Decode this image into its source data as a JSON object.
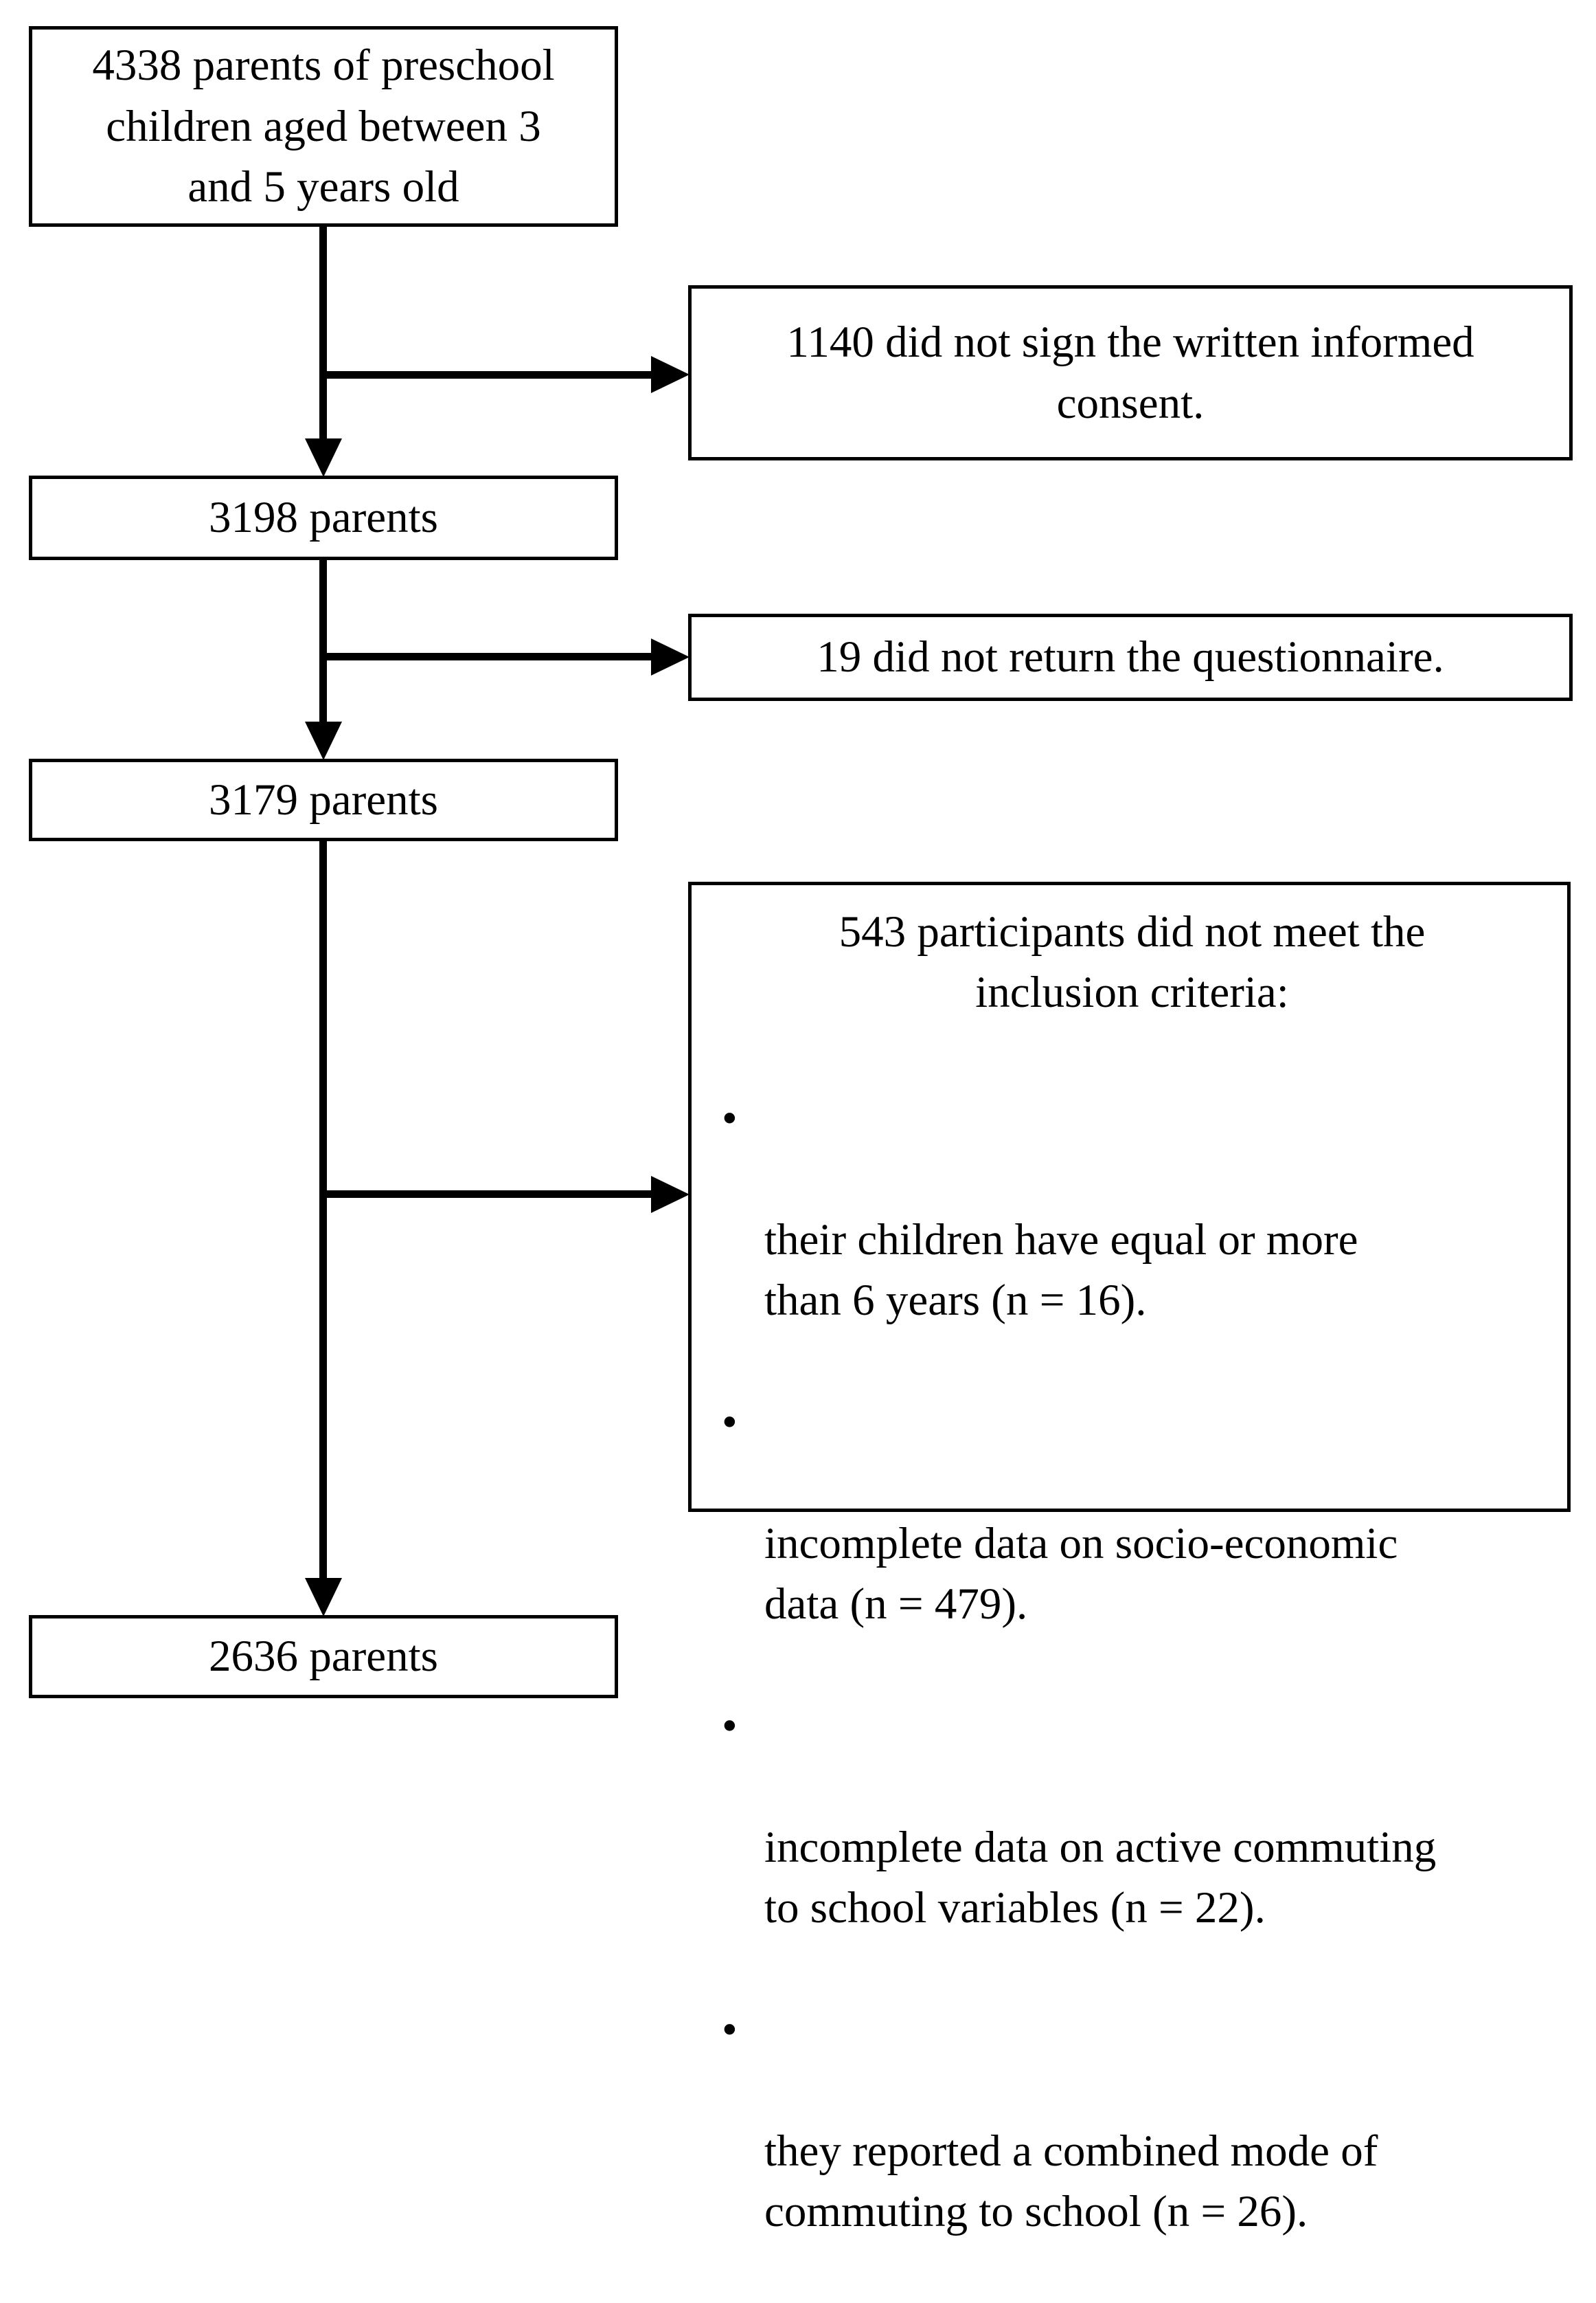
{
  "diagram": {
    "type": "participant-flowchart",
    "colors": {
      "background": "#ffffff",
      "line": "#000000",
      "box_border": "#000000",
      "text": "#000000"
    },
    "main_boxes": {
      "initial_sample": "4338 parents of preschool\nchildren aged between 3\nand 5 years old",
      "after_consent": "3198 parents",
      "after_questionnaire": "3179 parents",
      "final_sample": "2636 parents"
    },
    "exclusion_boxes": {
      "no_consent": "1140 did not sign the written informed\nconsent.",
      "no_questionnaire": "19 did not return the questionnaire.",
      "inclusion_criteria_title": "543 participants did not meet the\ninclusion criteria:",
      "inclusion_criteria_bullets": [
        "their children have equal or more\nthan 6 years (n = 16).",
        "incomplete data on socio-economic\ndata (n = 479).",
        "incomplete data on active commuting\nto school variables (n = 22).",
        "they reported a combined mode of\ncommuting to school (n = 26)."
      ]
    }
  }
}
